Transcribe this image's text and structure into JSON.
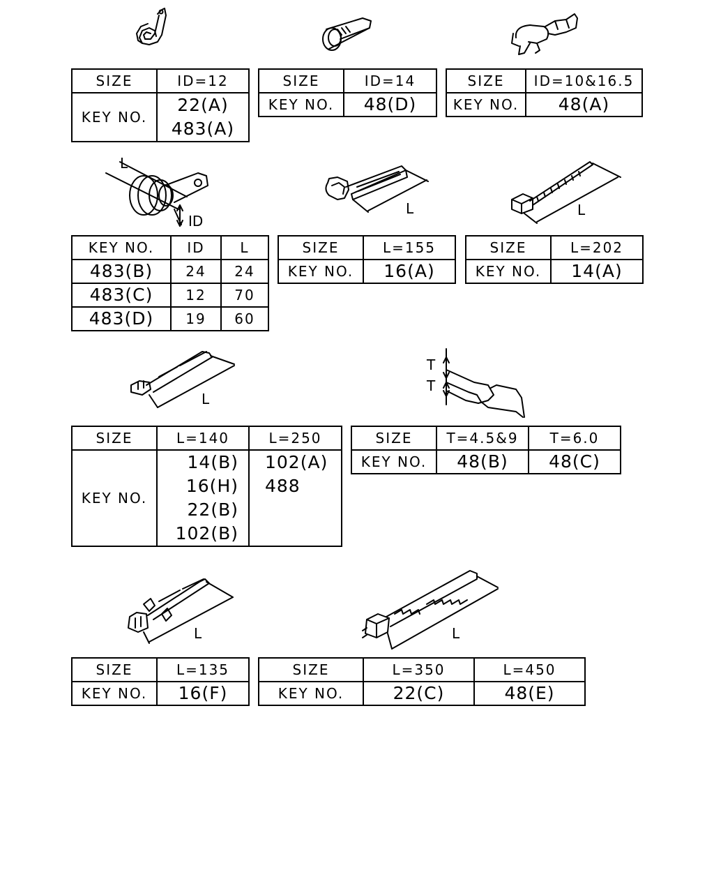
{
  "part1": {
    "size_label": "SIZE",
    "size_value": "ID=12",
    "key_label": "KEY NO.",
    "keys": [
      "22(A)",
      "483(A)"
    ]
  },
  "part2": {
    "size_label": "SIZE",
    "size_value": "ID=14",
    "key_label": "KEY NO.",
    "key": "48(D)"
  },
  "part3": {
    "size_label": "SIZE",
    "size_value": "ID=10&16.5",
    "key_label": "KEY NO.",
    "key": "48(A)"
  },
  "part4": {
    "dim_L": "L",
    "dim_ID": "ID",
    "headers": [
      "KEY NO.",
      "ID",
      "L"
    ],
    "rows": [
      [
        "483(B)",
        "24",
        "24"
      ],
      [
        "483(C)",
        "12",
        "70"
      ],
      [
        "483(D)",
        "19",
        "60"
      ]
    ]
  },
  "part5": {
    "dim_L": "L",
    "size_label": "SIZE",
    "size_value": "L=155",
    "key_label": "KEY NO.",
    "key": "16(A)"
  },
  "part6": {
    "dim_L": "L",
    "size_label": "SIZE",
    "size_value": "L=202",
    "key_label": "KEY NO.",
    "key": "14(A)"
  },
  "part7": {
    "dim_L": "L",
    "size_label": "SIZE",
    "col1": "L=140",
    "col2": "L=250",
    "key_label": "KEY NO.",
    "keys_col1": [
      "14(B)",
      "16(H)",
      "22(B)",
      "102(B)"
    ],
    "keys_col2": [
      "102(A)",
      "488"
    ]
  },
  "part8": {
    "dim_T1": "T",
    "dim_T2": "T",
    "size_label": "SIZE",
    "col1": "T=4.5&9",
    "col2": "T=6.0",
    "key_label": "KEY NO.",
    "key1": "48(B)",
    "key2": "48(C)"
  },
  "part9": {
    "dim_L": "L",
    "size_label": "SIZE",
    "size_value": "L=135",
    "key_label": "KEY NO.",
    "key": "16(F)"
  },
  "part10": {
    "dim_L": "L",
    "size_label": "SIZE",
    "col1": "L=350",
    "col2": "L=450",
    "key_label": "KEY NO.",
    "key1": "22(C)",
    "key2": "48(E)"
  }
}
